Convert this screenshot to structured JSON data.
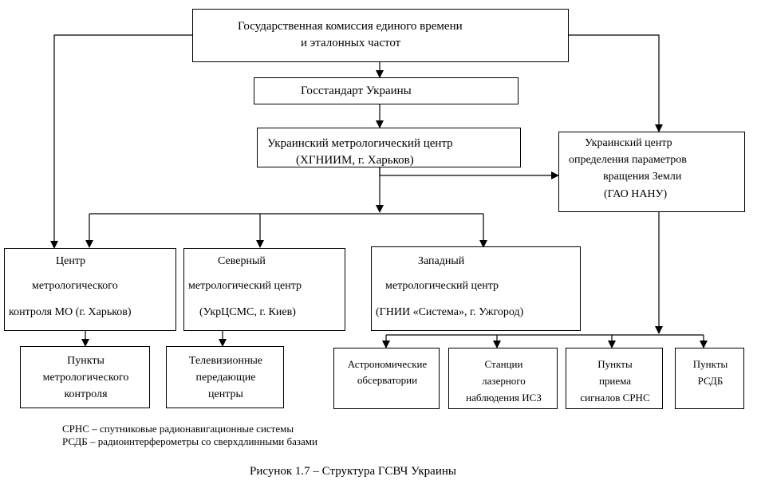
{
  "nodes": {
    "commission": {
      "line1": "Государственная комиссия единого времени",
      "line2": "и эталонных частот"
    },
    "gosstandart": {
      "label": "Госстандарт Украины"
    },
    "ukrmetrcenter": {
      "line1": "Украинский метрологический центр",
      "line2": "(ХГНИИМ, г. Харьков)"
    },
    "earthcenter": {
      "line1": "Украинский центр",
      "line2": "определения параметров",
      "line3": "вращения Земли",
      "line4": "(ГАО НАНУ)"
    },
    "mocontrol": {
      "line1": "Центр",
      "line2": "метрологического",
      "line3": "контроля МО (г. Харьков)"
    },
    "northcenter": {
      "line1": "Северный",
      "line2": "метрологический центр",
      "line3": "(УкрЦСМС, г. Киев)"
    },
    "westcenter": {
      "line1": "Западный",
      "line2": "метрологический центр",
      "line3": "(ГНИИ «Система», г. Ужгород)"
    },
    "controlpoints": {
      "line1": "Пункты",
      "line2": "метрологического",
      "line3": "контроля"
    },
    "tvcenters": {
      "line1": "Телевизионные",
      "line2": "передающие",
      "line3": "центры"
    },
    "observatories": {
      "line1": "Астрономические",
      "line2": "обсерватории"
    },
    "laserstations": {
      "line1": "Станции",
      "line2": "лазерного",
      "line3": "наблюдения ИСЗ"
    },
    "srnspoints": {
      "line1": "Пункты",
      "line2": "приема",
      "line3": "сигналов СРНС"
    },
    "rsdbpoints": {
      "line1": "Пункты",
      "line2": "РСДБ"
    }
  },
  "notes": {
    "srns": "СРНС – спутниковые радионавигационные системы",
    "rsdb": "РСДБ – радиоинтерферометры со сверхдлинными базами"
  },
  "caption": "Рисунок 1.7 – Структура ГСВЧ Украины"
}
